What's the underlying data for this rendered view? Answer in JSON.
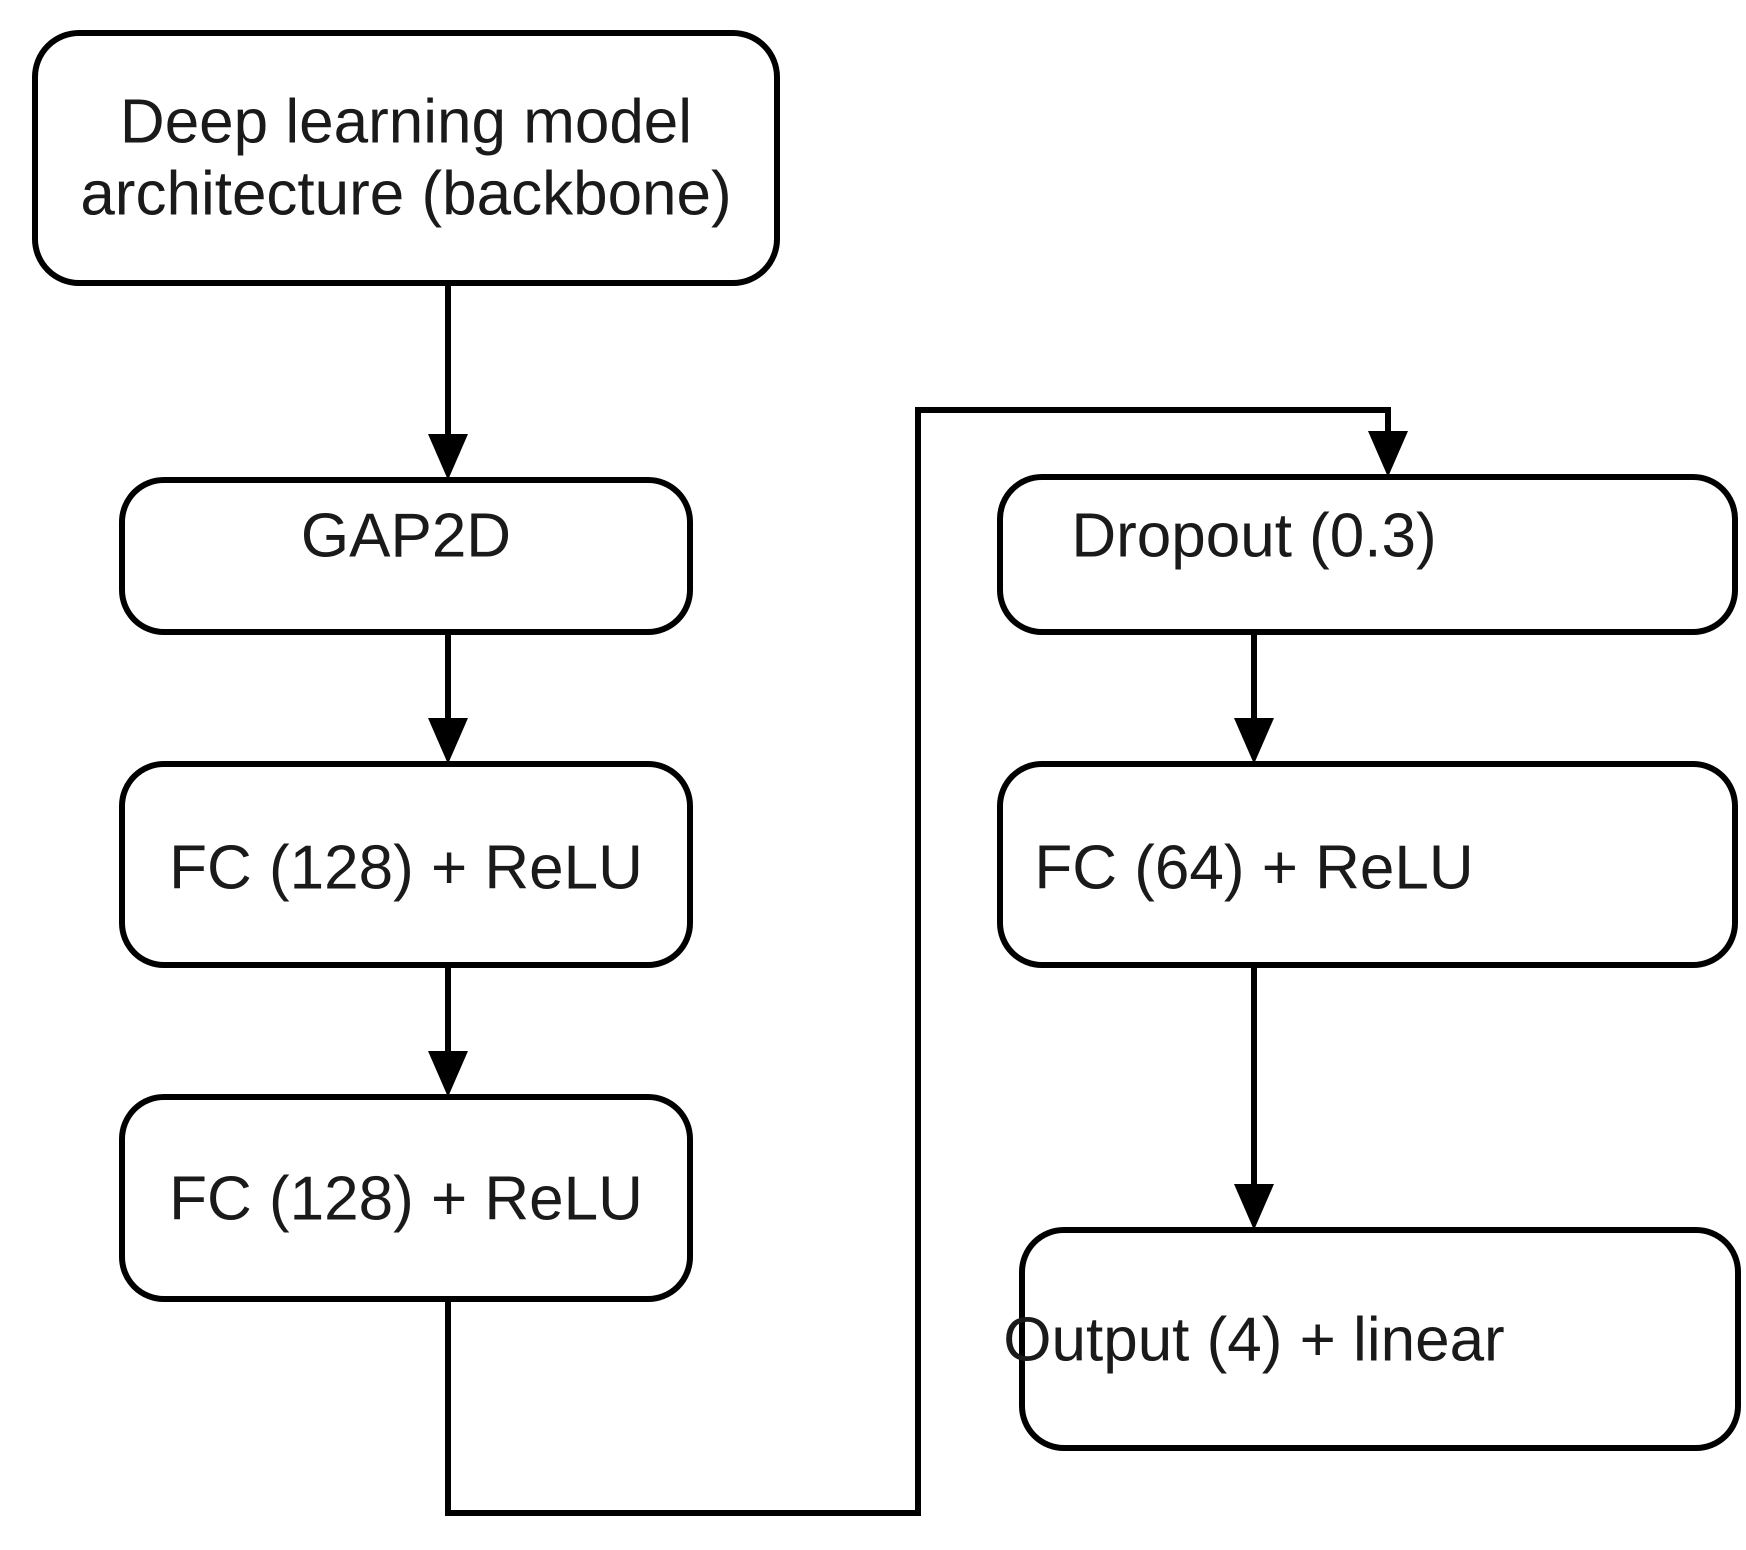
{
  "diagram": {
    "title": "Deep learning model architecture flowchart",
    "background_color": "#ffffff",
    "stroke_color": "#000000",
    "text_color": "#1a1a1a",
    "nodes": [
      {
        "id": "backbone",
        "label_line1": "Deep learning model",
        "label_line2": "architecture (backbone)",
        "shape": "rounded-rectangle"
      },
      {
        "id": "gap2d",
        "label": "GAP2D",
        "shape": "rounded-rectangle"
      },
      {
        "id": "fc128_a",
        "label": "FC (128) + ReLU",
        "shape": "rounded-rectangle"
      },
      {
        "id": "fc128_b",
        "label": "FC (128) + ReLU",
        "shape": "rounded-rectangle"
      },
      {
        "id": "dropout",
        "label": "Dropout (0.3)",
        "shape": "rounded-rectangle"
      },
      {
        "id": "fc64",
        "label": "FC (64) + ReLU",
        "shape": "rounded-rectangle"
      },
      {
        "id": "output",
        "label": "Output (4) + linear",
        "shape": "rounded-rectangle"
      }
    ],
    "edges": [
      {
        "id": "e1",
        "from": "backbone",
        "to": "gap2d",
        "style": "straight-down-arrow"
      },
      {
        "id": "e2",
        "from": "gap2d",
        "to": "fc128_a",
        "style": "straight-down-arrow"
      },
      {
        "id": "e3",
        "from": "fc128_a",
        "to": "fc128_b",
        "style": "straight-down-arrow"
      },
      {
        "id": "e4",
        "from": "fc128_b",
        "to": "dropout",
        "style": "orthogonal-wrap-arrow"
      },
      {
        "id": "e5",
        "from": "dropout",
        "to": "fc64",
        "style": "straight-down-arrow"
      },
      {
        "id": "e6",
        "from": "fc64",
        "to": "output",
        "style": "straight-down-arrow"
      }
    ]
  }
}
